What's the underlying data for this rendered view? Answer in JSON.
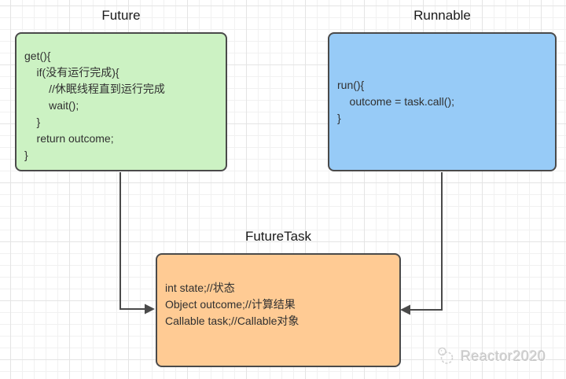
{
  "diagram": {
    "nodes": {
      "future": {
        "title": "Future",
        "code": [
          "get(){",
          "    if(没有运行完成){",
          "        //休眠线程直到运行完成",
          "        wait();",
          "    }",
          "    return outcome;",
          "}"
        ],
        "fill": "#ccf2c3"
      },
      "runnable": {
        "title": "Runnable",
        "code": [
          "run(){",
          "    outcome = task.call();",
          "}"
        ],
        "fill": "#97cbf7"
      },
      "futuretask": {
        "title": "FutureTask",
        "code": [
          "int state;//状态",
          "Object outcome;//计算结果",
          "Callable task;//Callable对象"
        ],
        "fill": "#ffcb94"
      }
    },
    "connectors": [
      {
        "from": "future",
        "to": "futuretask"
      },
      {
        "from": "runnable",
        "to": "futuretask"
      }
    ],
    "colors": {
      "border": "#4a4a4a",
      "arrow": "#4a4a4a",
      "grid_minor": "#f1f1f1",
      "grid_major": "#e4e4e4"
    }
  },
  "watermark": {
    "text": "Reactor2020"
  }
}
